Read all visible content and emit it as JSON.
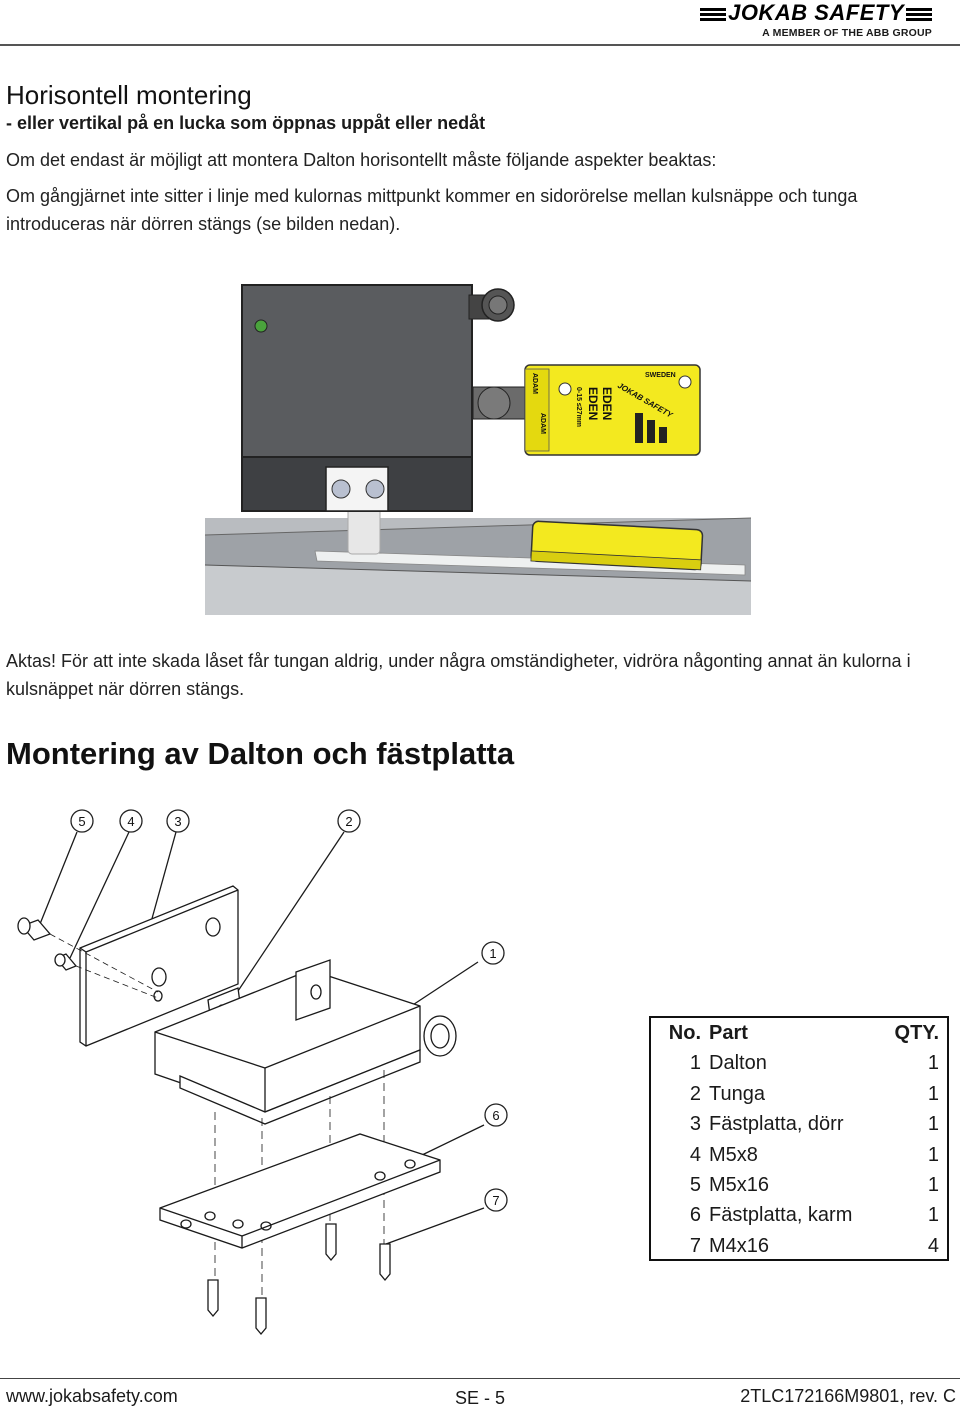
{
  "header": {
    "brand": "JOKAB SAFETY",
    "tagline": "A MEMBER OF THE ABB GROUP"
  },
  "title": "Horisontell montering",
  "subtitle": "- eller vertikal på en lucka som öppnas uppåt eller nedåt",
  "paragraphs": [
    "Om det endast är möjligt att montera Dalton horisontellt måste följande aspekter beaktas:",
    "Om gångjärnet inte sitter i linje med kulornas mittpunkt kommer en sidorörelse mellan kulsnäppe och tunga introduceras när dörren stängs (se bilden nedan).",
    "Aktas! För att inte skada låset får tungan aldrig, under några omständigheter, vidröra någonting annat än kulorna i kulsnäppet när dörren stängs."
  ],
  "photo": {
    "sensor_texts": [
      "SWEDEN",
      "JOKAB SAFETY",
      "EDEN",
      "EDEN",
      "0-15 ≤27mm",
      "ADAM",
      "ADAM"
    ]
  },
  "section_title": "Montering av Dalton och fästplatta",
  "callouts": [
    "5",
    "4",
    "3",
    "2",
    "1",
    "6",
    "7"
  ],
  "parts_table": {
    "headers": [
      "No.",
      "Part",
      "QTY."
    ],
    "rows": [
      [
        "1",
        "Dalton",
        "1"
      ],
      [
        "2",
        "Tunga",
        "1"
      ],
      [
        "3",
        "Fästplatta, dörr",
        "1"
      ],
      [
        "4",
        "M5x8",
        "1"
      ],
      [
        "5",
        "M5x16",
        "1"
      ],
      [
        "6",
        "Fästplatta, karm",
        "1"
      ],
      [
        "7",
        "M4x16",
        "4"
      ]
    ]
  },
  "footer": {
    "url": "www.jokabsafety.com",
    "page": "SE - 5",
    "doc": "2TLC172166M9801, rev. C"
  }
}
